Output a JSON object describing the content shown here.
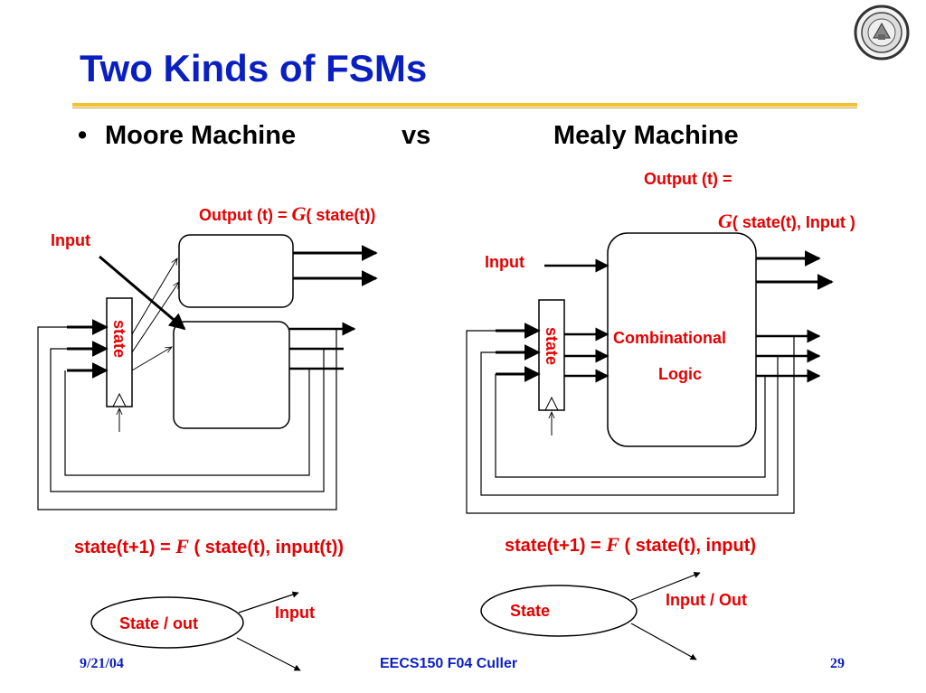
{
  "title": "Two Kinds of FSMs",
  "bullet": {
    "left": "Moore Machine",
    "middle": "vs",
    "right": "Mealy Machine"
  },
  "moore": {
    "output_prefix": "Output (t) = ",
    "output_fn": "G",
    "output_args": "( state(t))",
    "input_label": "Input",
    "state_label": "state",
    "next_prefix": "state(t+1) = ",
    "next_fn": "F",
    "next_args": " ( state(t), input(t))",
    "bubble_label": "State / out",
    "arc_label": "Input"
  },
  "mealy": {
    "output_line1": "Output (t) =",
    "output_fn": "G",
    "output_args": "( state(t), Input )",
    "input_label": "Input",
    "state_label": "state",
    "logic_line1": "Combinational",
    "logic_line2": "Logic",
    "next_prefix": "state(t+1) = ",
    "next_fn": "F",
    "next_args": " ( state(t), input)",
    "bubble_label": "State",
    "arc_label": "Input / Out"
  },
  "footer": {
    "date": "9/21/04",
    "course": "EECS150 F04 Culler",
    "page": "29"
  },
  "colors": {
    "title_blue": "#0a1fc2",
    "label_red": "#e60000",
    "rule_gold": "#f2c12e"
  },
  "logo": "university-seal-icon"
}
